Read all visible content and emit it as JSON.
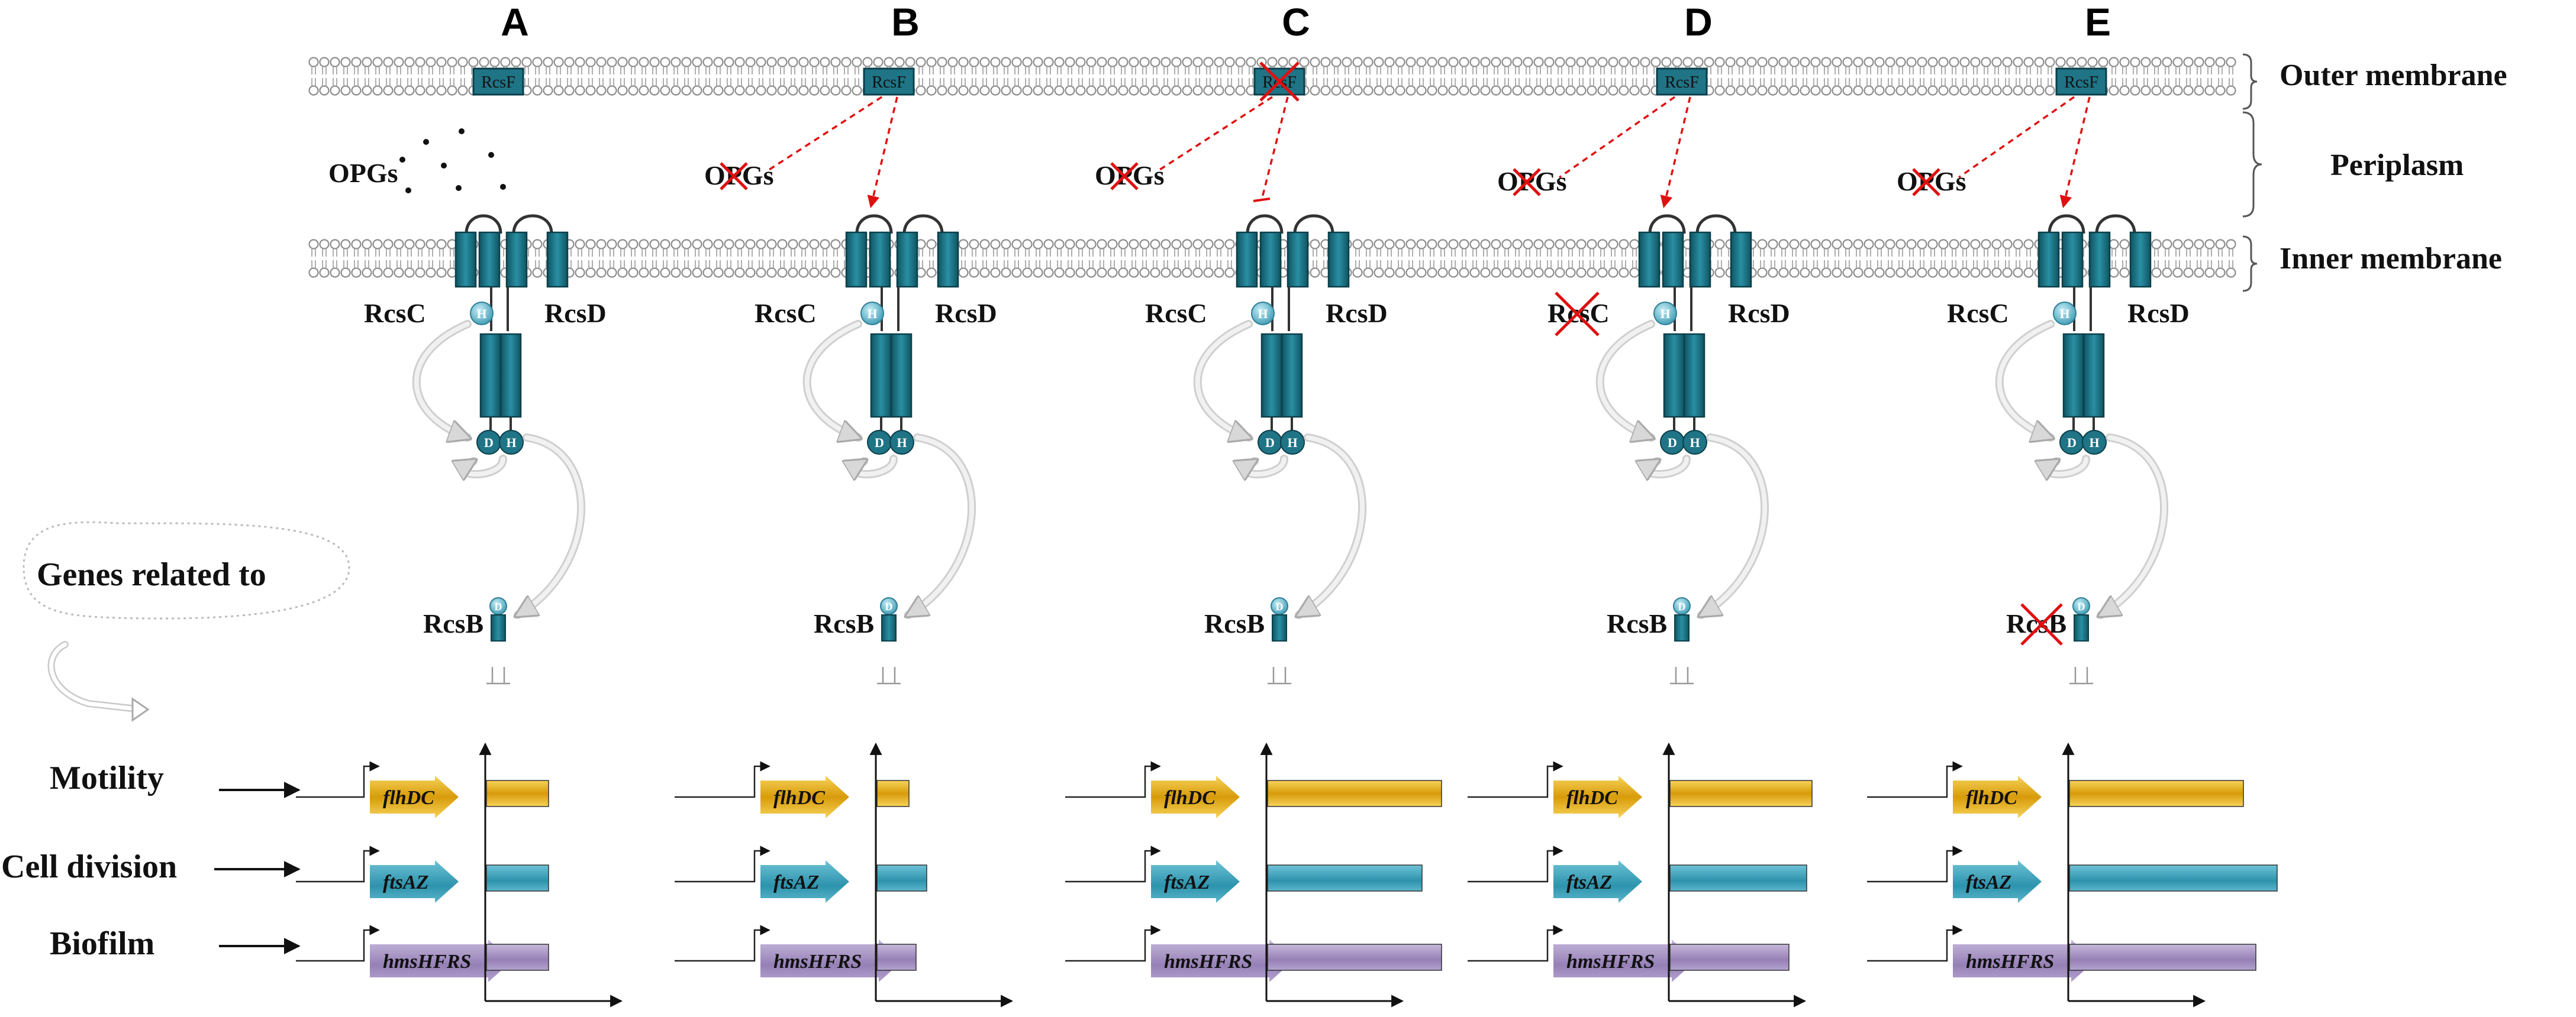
{
  "panels": [
    {
      "letter": "A",
      "rcsf_label": "RcsF",
      "opgs_label": "OPGs",
      "rcsc_label": "RcsC",
      "rcsd_label": "RcsD",
      "rcsb_label": "RcsB",
      "deleted": [],
      "opgs_dots": true,
      "rcsf_signal": "none",
      "expression": {
        "flhDC": 0.35,
        "ftsAZ": 0.35,
        "hmsHFRS": 0.35
      }
    },
    {
      "letter": "B",
      "rcsf_label": "RcsF",
      "opgs_label": "OPGs",
      "rcsc_label": "RcsC",
      "rcsd_label": "RcsD",
      "rcsb_label": "RcsB",
      "deleted": [
        "OPGs"
      ],
      "opgs_dots": false,
      "rcsf_signal": "activate",
      "expression": {
        "flhDC": 0.18,
        "ftsAZ": 0.28,
        "hmsHFRS": 0.22
      }
    },
    {
      "letter": "C",
      "rcsf_label": "RcsF",
      "opgs_label": "OPGs",
      "rcsc_label": "RcsC",
      "rcsd_label": "RcsD",
      "rcsb_label": "RcsB",
      "deleted": [
        "OPGs",
        "RcsF"
      ],
      "opgs_dots": false,
      "rcsf_signal": "inhibit",
      "expression": {
        "flhDC": 0.98,
        "ftsAZ": 0.87,
        "hmsHFRS": 0.98
      }
    },
    {
      "letter": "D",
      "rcsf_label": "RcsF",
      "opgs_label": "OPGs",
      "rcsc_label": "RcsC",
      "rcsd_label": "RcsD",
      "rcsb_label": "RcsB",
      "deleted": [
        "OPGs",
        "RcsC"
      ],
      "opgs_dots": false,
      "rcsf_signal": "activate",
      "expression": {
        "flhDC": 0.8,
        "ftsAZ": 0.77,
        "hmsHFRS": 0.67
      }
    },
    {
      "letter": "E",
      "rcsf_label": "RcsF",
      "opgs_label": "OPGs",
      "rcsc_label": "RcsC",
      "rcsd_label": "RcsD",
      "rcsb_label": "RcsB",
      "deleted": [
        "OPGs",
        "RcsB"
      ],
      "opgs_dots": false,
      "rcsf_signal": "activate",
      "expression": {
        "flhDC": 0.98,
        "ftsAZ": 1.17,
        "hmsHFRS": 1.05
      }
    }
  ],
  "compartments": {
    "outer": "Outer membrane",
    "periplasm": "Periplasm",
    "inner": "Inner membrane"
  },
  "genes_related": "Genes related to",
  "processes": [
    {
      "label": "Motility",
      "gene": "flhDC",
      "color": "#f6c21c"
    },
    {
      "label": "Cell division",
      "gene": "ftsAZ",
      "color": "#3aa3bd"
    },
    {
      "label": "Biofilm",
      "gene": "hmsHFRS",
      "color": "#9b87b8"
    }
  ],
  "domains": {
    "h": "H",
    "d": "D",
    "ht": "H"
  },
  "colors": {
    "protein": "#1f7486",
    "protein_dark": "#0f4e5b",
    "delete": "#e01010",
    "signal": "#e01010",
    "membrane": "#9a9a9a"
  }
}
